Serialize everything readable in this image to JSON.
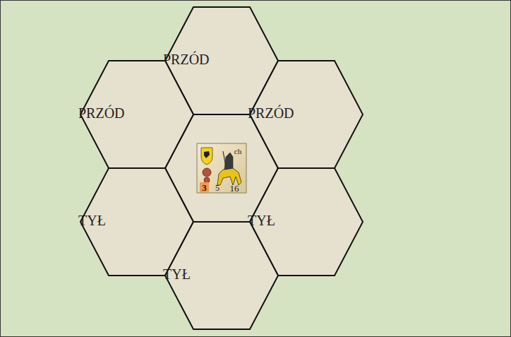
{
  "diagram": {
    "nodes": [
      {
        "text": [
          "PRZÓD"
        ]
      },
      {
        "text": [
          "PRZÓD"
        ]
      },
      {
        "text": [
          "PRZÓD"
        ]
      },
      {
        "text": [
          "TYŁ"
        ]
      },
      {
        "text": [
          "TYŁ"
        ]
      },
      {
        "text": [
          "TYŁ"
        ]
      }
    ],
    "labels": [
      "ch",
      "3",
      "5",
      "16"
    ]
  }
}
